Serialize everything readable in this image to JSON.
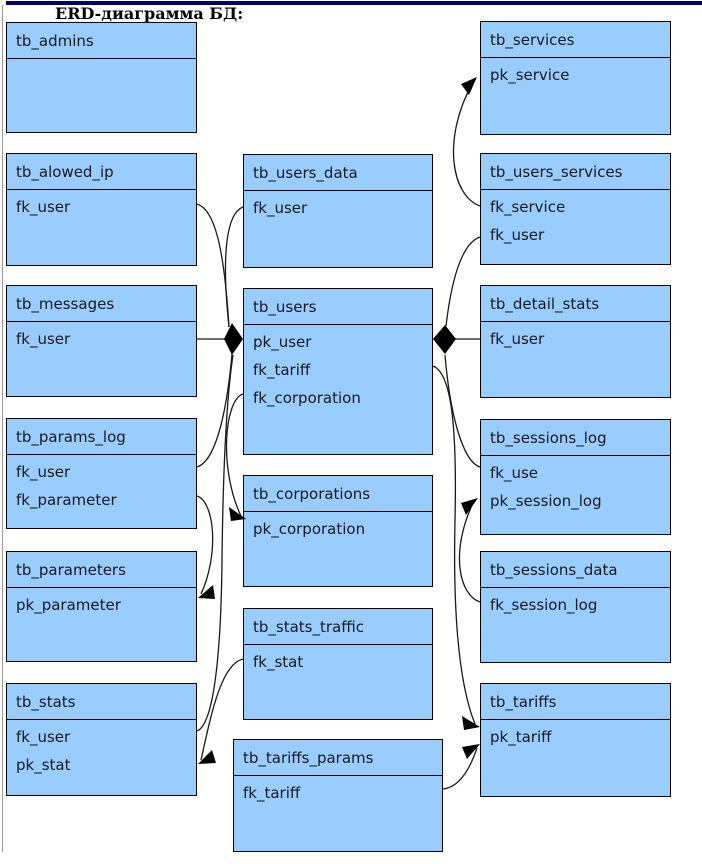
{
  "page": {
    "title": "ERD-диаграмма БД:"
  },
  "colors": {
    "table_fill": "#99ccff",
    "table_border": "#000000",
    "top_rule": "#000066",
    "connector": "#1a1a1a"
  },
  "diagram": {
    "tables": [
      {
        "id": "tb_admins",
        "name": "tb_admins",
        "fields": []
      },
      {
        "id": "tb_alowed_ip",
        "name": "tb_alowed_ip",
        "fields": [
          "fk_user"
        ]
      },
      {
        "id": "tb_messages",
        "name": "tb_messages",
        "fields": [
          "fk_user"
        ]
      },
      {
        "id": "tb_params_log",
        "name": "tb_params_log",
        "fields": [
          "fk_user",
          "fk_parameter"
        ]
      },
      {
        "id": "tb_parameters",
        "name": "tb_parameters",
        "fields": [
          "pk_parameter"
        ]
      },
      {
        "id": "tb_stats",
        "name": "tb_stats",
        "fields": [
          "fk_user",
          "pk_stat"
        ]
      },
      {
        "id": "tb_users_data",
        "name": "tb_users_data",
        "fields": [
          "fk_user"
        ]
      },
      {
        "id": "tb_users",
        "name": "tb_users",
        "fields": [
          "pk_user",
          "fk_tariff",
          "fk_corporation"
        ]
      },
      {
        "id": "tb_corporations",
        "name": "tb_corporations",
        "fields": [
          "pk_corporation"
        ]
      },
      {
        "id": "tb_stats_traffic",
        "name": "tb_stats_traffic",
        "fields": [
          "fk_stat"
        ]
      },
      {
        "id": "tb_tariffs_params",
        "name": "tb_tariffs_params",
        "fields": [
          "fk_tariff"
        ]
      },
      {
        "id": "tb_services",
        "name": "tb_services",
        "fields": [
          "pk_service"
        ]
      },
      {
        "id": "tb_users_services",
        "name": "tb_users_services",
        "fields": [
          "fk_service",
          "fk_user"
        ]
      },
      {
        "id": "tb_detail_stats",
        "name": "tb_detail_stats",
        "fields": [
          "fk_user"
        ]
      },
      {
        "id": "tb_sessions_log",
        "name": "tb_sessions_log",
        "fields": [
          "fk_use",
          "pk_session_log"
        ]
      },
      {
        "id": "tb_sessions_data",
        "name": "tb_sessions_data",
        "fields": [
          "fk_session_log"
        ]
      },
      {
        "id": "tb_tariffs",
        "name": "tb_tariffs",
        "fields": [
          "pk_tariff"
        ]
      }
    ],
    "relations": [
      {
        "from": "tb_alowed_ip.fk_user",
        "to": "tb_users.pk_user"
      },
      {
        "from": "tb_users_data.fk_user",
        "to": "tb_users.pk_user"
      },
      {
        "from": "tb_messages.fk_user",
        "to": "tb_users.pk_user"
      },
      {
        "from": "tb_params_log.fk_user",
        "to": "tb_users.pk_user"
      },
      {
        "from": "tb_stats.fk_user",
        "to": "tb_users.pk_user"
      },
      {
        "from": "tb_users_services.fk_user",
        "to": "tb_users.pk_user"
      },
      {
        "from": "tb_detail_stats.fk_user",
        "to": "tb_users.pk_user"
      },
      {
        "from": "tb_sessions_log.fk_use",
        "to": "tb_users.pk_user"
      },
      {
        "from": "tb_users_services.fk_service",
        "to": "tb_services.pk_service"
      },
      {
        "from": "tb_users.fk_corporation",
        "to": "tb_corporations.pk_corporation"
      },
      {
        "from": "tb_params_log.fk_parameter",
        "to": "tb_parameters.pk_parameter"
      },
      {
        "from": "tb_stats_traffic.fk_stat",
        "to": "tb_stats.pk_stat"
      },
      {
        "from": "tb_users.fk_tariff",
        "to": "tb_tariffs.pk_tariff"
      },
      {
        "from": "tb_tariffs_params.fk_tariff",
        "to": "tb_tariffs.pk_tariff"
      },
      {
        "from": "tb_sessions_data.fk_session_log",
        "to": "tb_sessions_log.pk_session_log"
      }
    ]
  }
}
